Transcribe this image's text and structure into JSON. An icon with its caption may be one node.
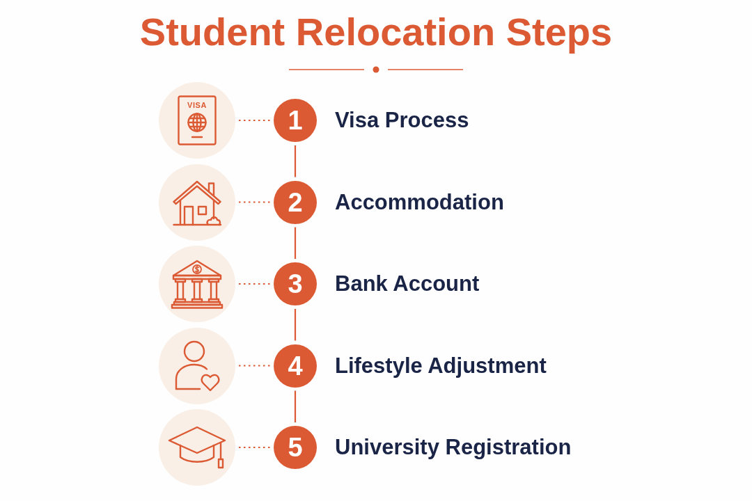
{
  "diagram": {
    "title": "Student Relocation Steps",
    "nodes": [
      {
        "text": [
          "VISA"
        ]
      },
      {
        "text": [
          "1"
        ],
        "beside": [
          "Visa Process"
        ]
      },
      {
        "text": [],
        "shape": "picture"
      },
      {
        "text": [
          "2"
        ],
        "beside": [
          "Accommodation"
        ]
      },
      {
        "text": [],
        "shape": "picture"
      },
      {
        "text": [
          "3"
        ],
        "beside": [
          "Bank Account"
        ]
      },
      {
        "text": [],
        "shape": "picture"
      },
      {
        "text": [
          "4"
        ],
        "beside": [
          "Lifestyle Adjustment"
        ]
      },
      {
        "text": [],
        "shape": "picture"
      },
      {
        "text": [
          "5"
        ],
        "beside": [
          "University Registration"
        ]
      }
    ],
    "edges": [
      {
        "from": 0,
        "to": 1,
        "arrow": "none",
        "style": "dashed"
      },
      {
        "from": 1,
        "to": 3,
        "arrow": "none"
      },
      {
        "from": 2,
        "to": 3,
        "arrow": "none",
        "style": "dashed"
      },
      {
        "from": 3,
        "to": 5,
        "arrow": "none"
      },
      {
        "from": 4,
        "to": 5,
        "arrow": "none",
        "style": "dashed"
      },
      {
        "from": 5,
        "to": 7,
        "arrow": "none"
      },
      {
        "from": 6,
        "to": 7,
        "arrow": "none",
        "style": "dashed"
      },
      {
        "from": 7,
        "to": 9,
        "arrow": "none"
      },
      {
        "from": 8,
        "to": 9,
        "arrow": "none",
        "style": "dashed"
      }
    ]
  }
}
